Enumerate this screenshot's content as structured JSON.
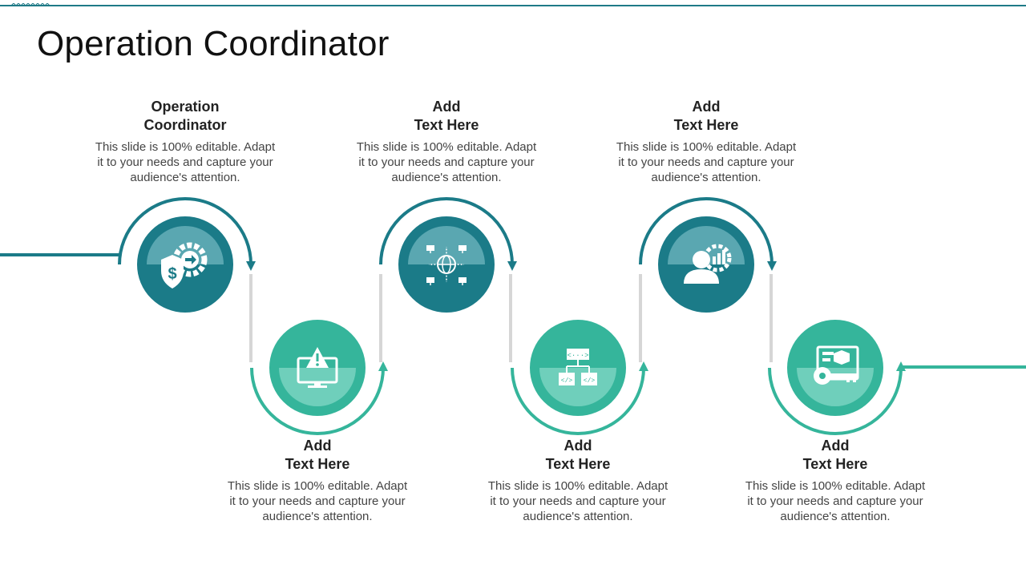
{
  "slide": {
    "title": "Operation Coordinator",
    "colors": {
      "dark_teal": "#1b7b88",
      "dark_teal_light": "#5aa7b1",
      "green_teal": "#35b59b",
      "green_teal_light": "#6fcfbb",
      "connector_gray": "#d6d6d6",
      "rule": "#1f7a87"
    }
  },
  "steps": [
    {
      "title": "Operation\nCoordinator",
      "description": "This slide is 100% editable. Adapt\nit to your needs and capture your\naudience's attention.",
      "icon": "money-gear-shield-icon",
      "label_position": "top",
      "color": "dark_teal"
    },
    {
      "title": "Add\nText Here",
      "description": "This slide is 100% editable. Adapt\nit to your needs and capture your\naudience's attention.",
      "icon": "warning-monitor-icon",
      "label_position": "bottom",
      "color": "green_teal"
    },
    {
      "title": "Add\nText Here",
      "description": "This slide is 100% editable. Adapt\nit to your needs and capture your\naudience's attention.",
      "icon": "global-network-icon",
      "label_position": "top",
      "color": "dark_teal"
    },
    {
      "title": "Add\nText Here",
      "description": "This slide is 100% editable. Adapt\nit to your needs and capture your\naudience's attention.",
      "icon": "code-hierarchy-icon",
      "label_position": "bottom",
      "color": "green_teal"
    },
    {
      "title": "Add\nText Here",
      "description": "This slide is 100% editable. Adapt\nit to your needs and capture your\naudience's attention.",
      "icon": "person-analytics-gear-icon",
      "label_position": "top",
      "color": "dark_teal"
    },
    {
      "title": "Add\nText Here",
      "description": "This slide is 100% editable. Adapt\nit to your needs and capture your\naudience's attention.",
      "icon": "key-dashboard-icon",
      "label_position": "bottom",
      "color": "green_teal"
    }
  ]
}
